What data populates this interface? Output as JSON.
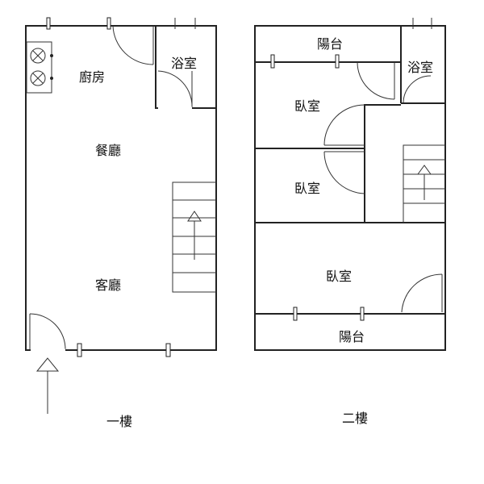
{
  "floor1": {
    "kitchen": "廚房",
    "bath": "浴室",
    "dining": "餐廳",
    "living": "客廳",
    "caption": "一樓"
  },
  "floor2": {
    "balcony_top": "陽台",
    "bath": "浴室",
    "bedroom_1": "臥室",
    "bedroom_2": "臥室",
    "bedroom_3": "臥室",
    "balcony_bottom": "陽台",
    "caption": "二樓"
  },
  "icons": {
    "stove": "stove-icon",
    "stair_arrow": "up-arrow-icon",
    "entrance_arrow": "entrance-arrow-icon"
  }
}
